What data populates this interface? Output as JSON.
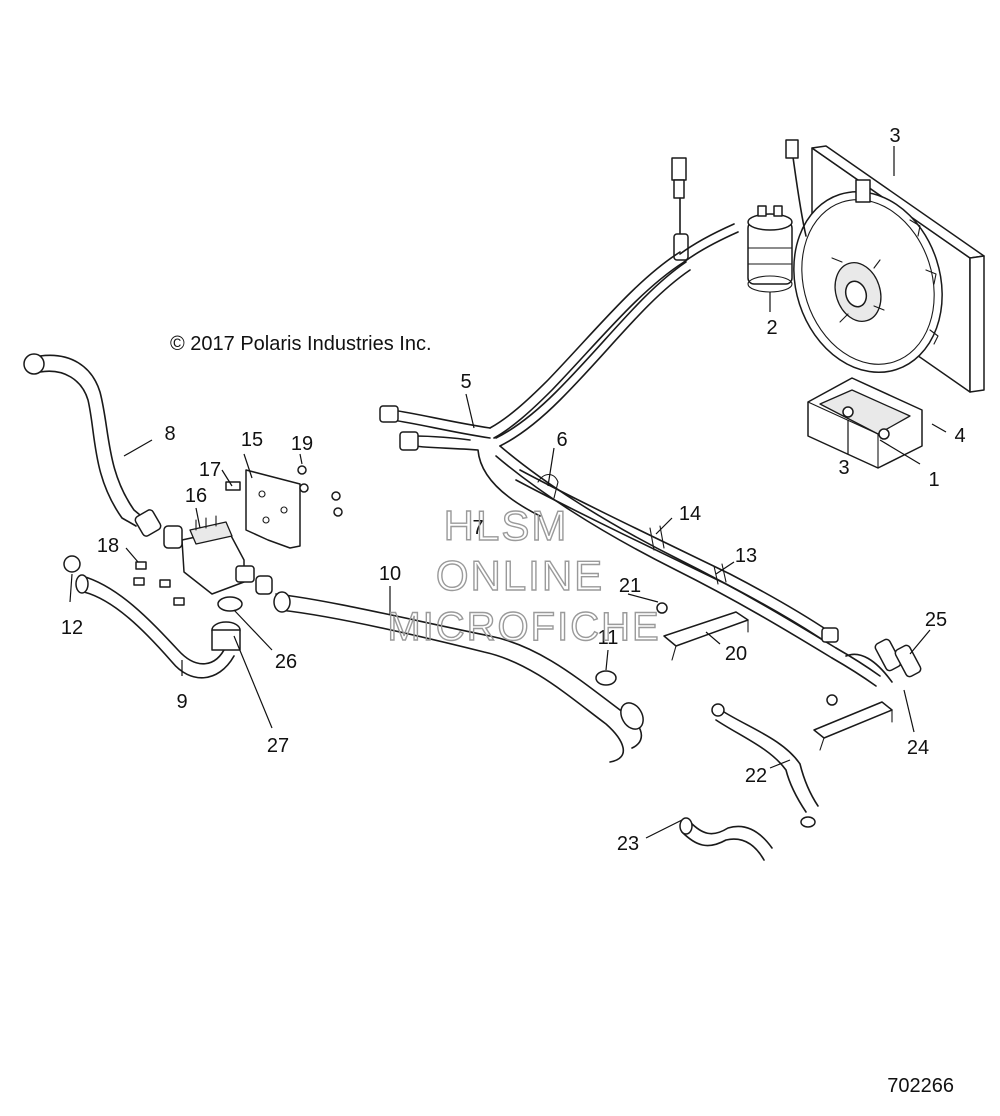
{
  "copyright": "© 2017 Polaris Industries Inc.",
  "document_number": "702266",
  "watermark": {
    "line1": "HLSM",
    "line2": "ONLINE",
    "line3": "MICROFICHE",
    "color": "#9a9a9a"
  },
  "callouts": [
    {
      "id": "c1",
      "label": "1"
    },
    {
      "id": "c2",
      "label": "2"
    },
    {
      "id": "c3a",
      "label": "3"
    },
    {
      "id": "c3b",
      "label": "3"
    },
    {
      "id": "c4",
      "label": "4"
    },
    {
      "id": "c5",
      "label": "5"
    },
    {
      "id": "c6",
      "label": "6"
    },
    {
      "id": "c7",
      "label": "7"
    },
    {
      "id": "c8",
      "label": "8"
    },
    {
      "id": "c9",
      "label": "9"
    },
    {
      "id": "c10",
      "label": "10"
    },
    {
      "id": "c11",
      "label": "11"
    },
    {
      "id": "c12",
      "label": "12"
    },
    {
      "id": "c13",
      "label": "13"
    },
    {
      "id": "c14",
      "label": "14"
    },
    {
      "id": "c15",
      "label": "15"
    },
    {
      "id": "c16",
      "label": "16"
    },
    {
      "id": "c17",
      "label": "17"
    },
    {
      "id": "c18",
      "label": "18"
    },
    {
      "id": "c19",
      "label": "19"
    },
    {
      "id": "c20",
      "label": "20"
    },
    {
      "id": "c21",
      "label": "21"
    },
    {
      "id": "c22",
      "label": "22"
    },
    {
      "id": "c23",
      "label": "23"
    },
    {
      "id": "c24",
      "label": "24"
    },
    {
      "id": "c25",
      "label": "25"
    },
    {
      "id": "c26",
      "label": "26"
    },
    {
      "id": "c27",
      "label": "27"
    }
  ]
}
